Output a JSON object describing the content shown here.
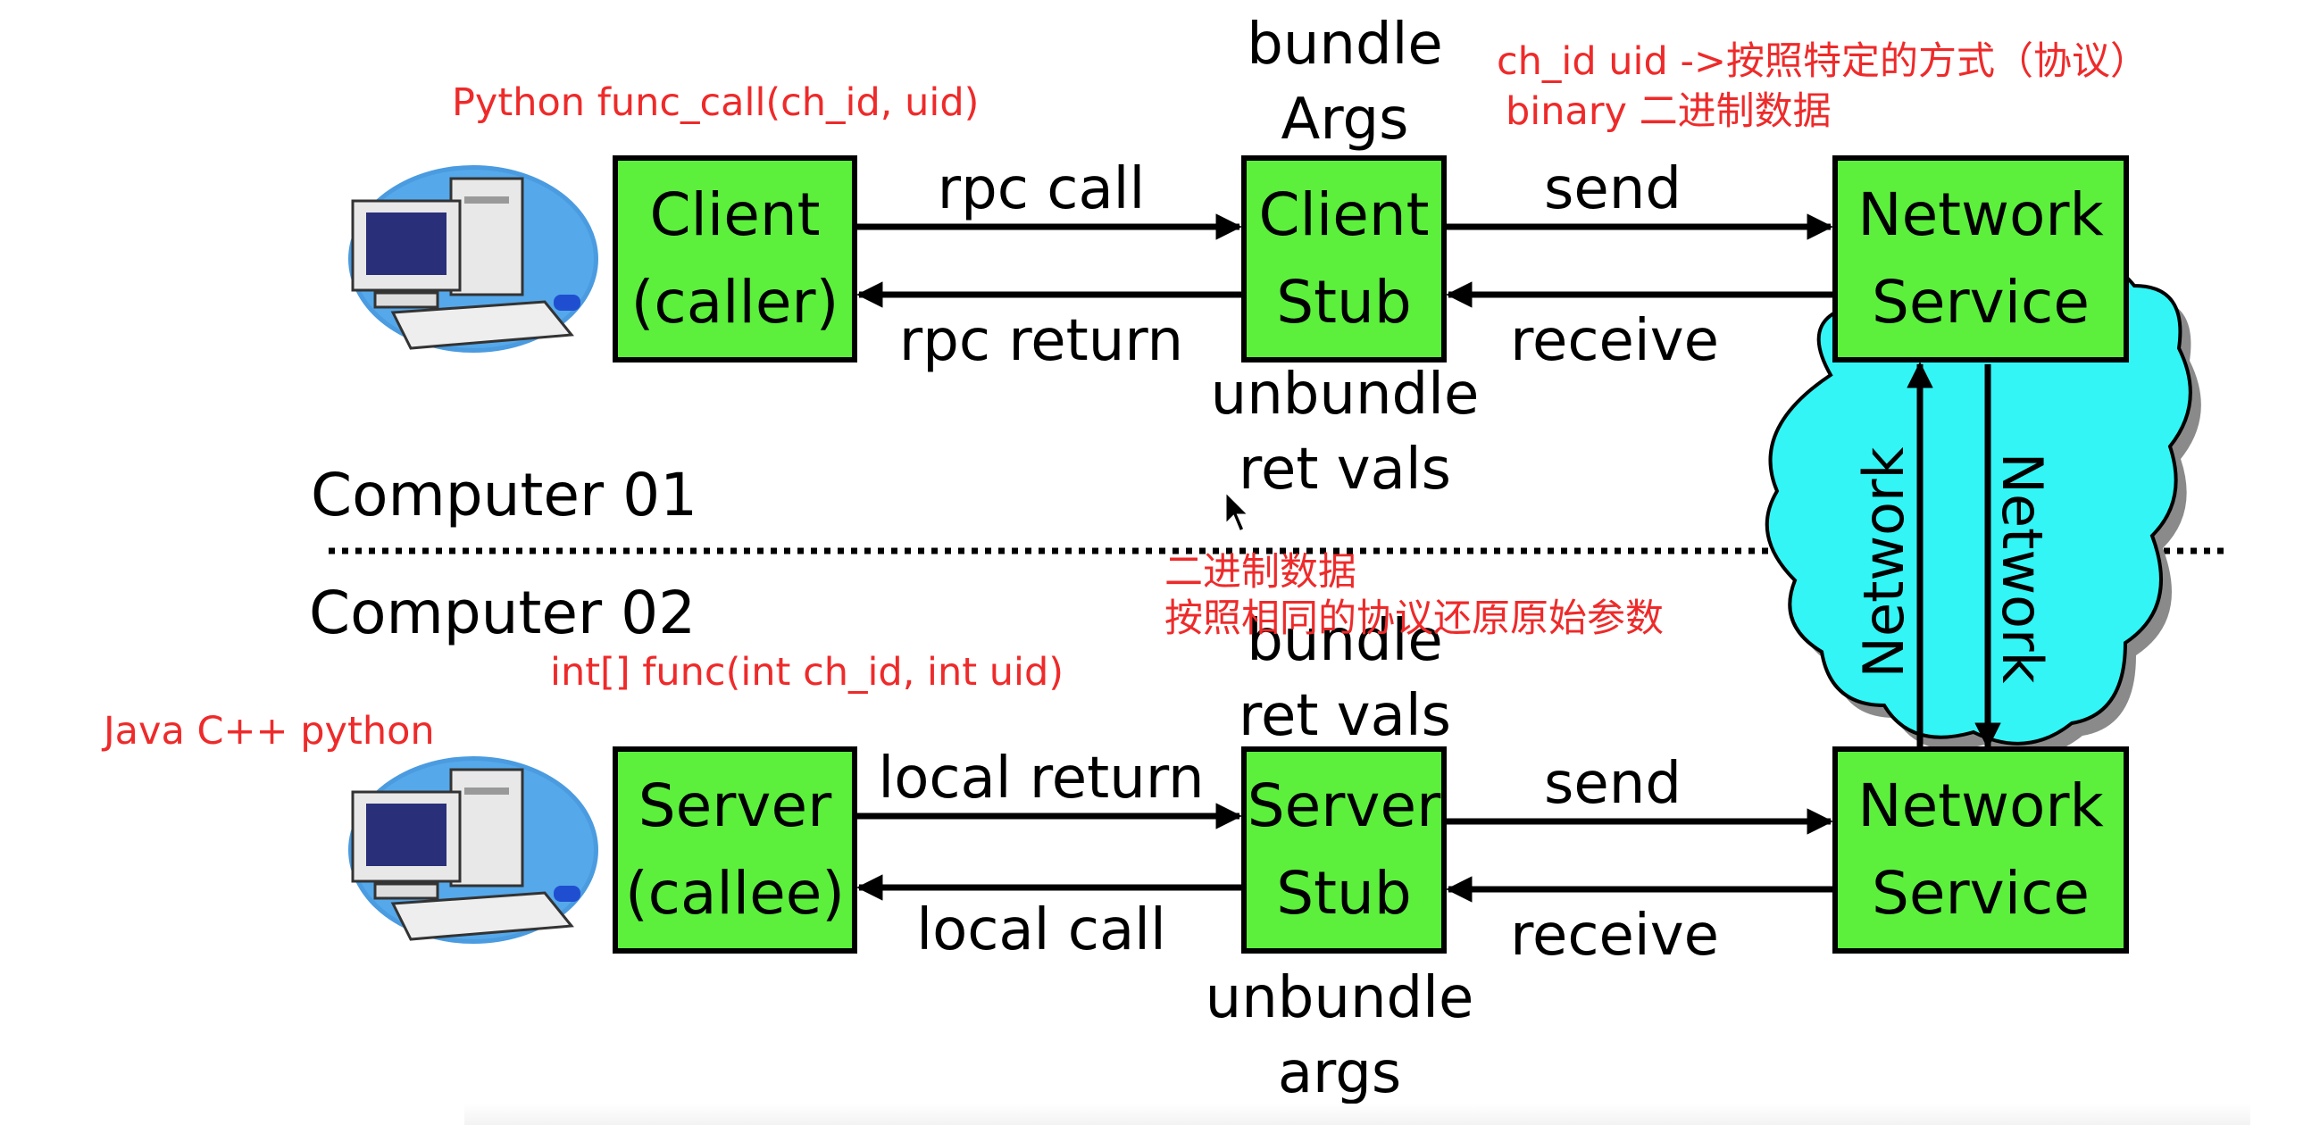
{
  "diagram": {
    "computer1_label": "Computer 01",
    "computer2_label": "Computer 02",
    "boxes": {
      "client": [
        "Client",
        "(caller)"
      ],
      "client_stub": [
        "Client",
        "Stub"
      ],
      "network_service_top": [
        "Network",
        "Service"
      ],
      "server": [
        "Server",
        "(callee)"
      ],
      "server_stub": [
        "Server",
        "Stub"
      ],
      "network_service_bottom": [
        "Network",
        "Service"
      ]
    },
    "arrows": {
      "rpc_call": "rpc call",
      "rpc_return": "rpc return",
      "send_top": "send",
      "receive_top": "receive",
      "local_return": "local return",
      "local_call": "local call",
      "send_bottom": "send",
      "receive_bottom": "receive"
    },
    "stub_notes": {
      "bundle_args": [
        "bundle",
        "Args"
      ],
      "unbundle_ret_vals": [
        "unbundle",
        "ret vals"
      ],
      "bundle_ret_vals": [
        "bundle",
        "ret vals"
      ],
      "unbundle_args": [
        "unbundle",
        "args"
      ]
    },
    "network_labels": [
      "Network",
      "Network"
    ]
  },
  "annotations": {
    "python_call": "Python  func_call(ch_id, uid)",
    "protocol_line1": "ch_id uid ->按照特定的方式（协议）",
    "protocol_line2": "binary 二进制数据",
    "binary_line1": "二进制数据",
    "binary_line2": "按照相同的协议还原原始参数",
    "server_func": "int[] func(int ch_id, int uid)",
    "languages": "Java C++ python"
  },
  "colors": {
    "box_fill": "#5CF03D",
    "cloud_fill": "#33F5F5",
    "annotation_red": "#EE2A2A"
  }
}
